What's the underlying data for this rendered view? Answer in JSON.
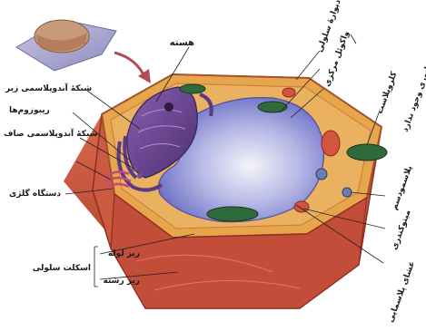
{
  "diagram": {
    "labels": {
      "nucleus": "هسته",
      "rough_er": "شبکهٔ آندوپلاسمی زبر",
      "ribosomes": "ریبوزوم‌ها",
      "smooth_er": "شبکهٔ آندوپلاسمی صاف",
      "golgi": "دستگاه گلژی",
      "cell_wall": "دیوارهٔ سلولی",
      "central_vacuole": "واکوئل مرکزی",
      "chloroplast": "کلروپلاست",
      "no_centrioles_note": "در سلول‌های جانوری وجود ندارد",
      "plasmodesmata": "پلاسمودسم",
      "mitochondrion": "میتوکندری",
      "microtubule": "ریز لوله",
      "microfilament": "ریز رشته",
      "cytoskeleton": "اسکلت سلولی",
      "plasma_membrane": "غشای پلاسمایی"
    },
    "colors": {
      "cell_wall_outer": "#c7503b",
      "cell_wall_edge": "#8e2e22",
      "cytoplasm": "#e6a64a",
      "vacuole": "#7c7fd1",
      "nucleus": "#6d4a93",
      "chloroplast": "#2f6b3a",
      "mitochondria": "#d4543d"
    }
  }
}
